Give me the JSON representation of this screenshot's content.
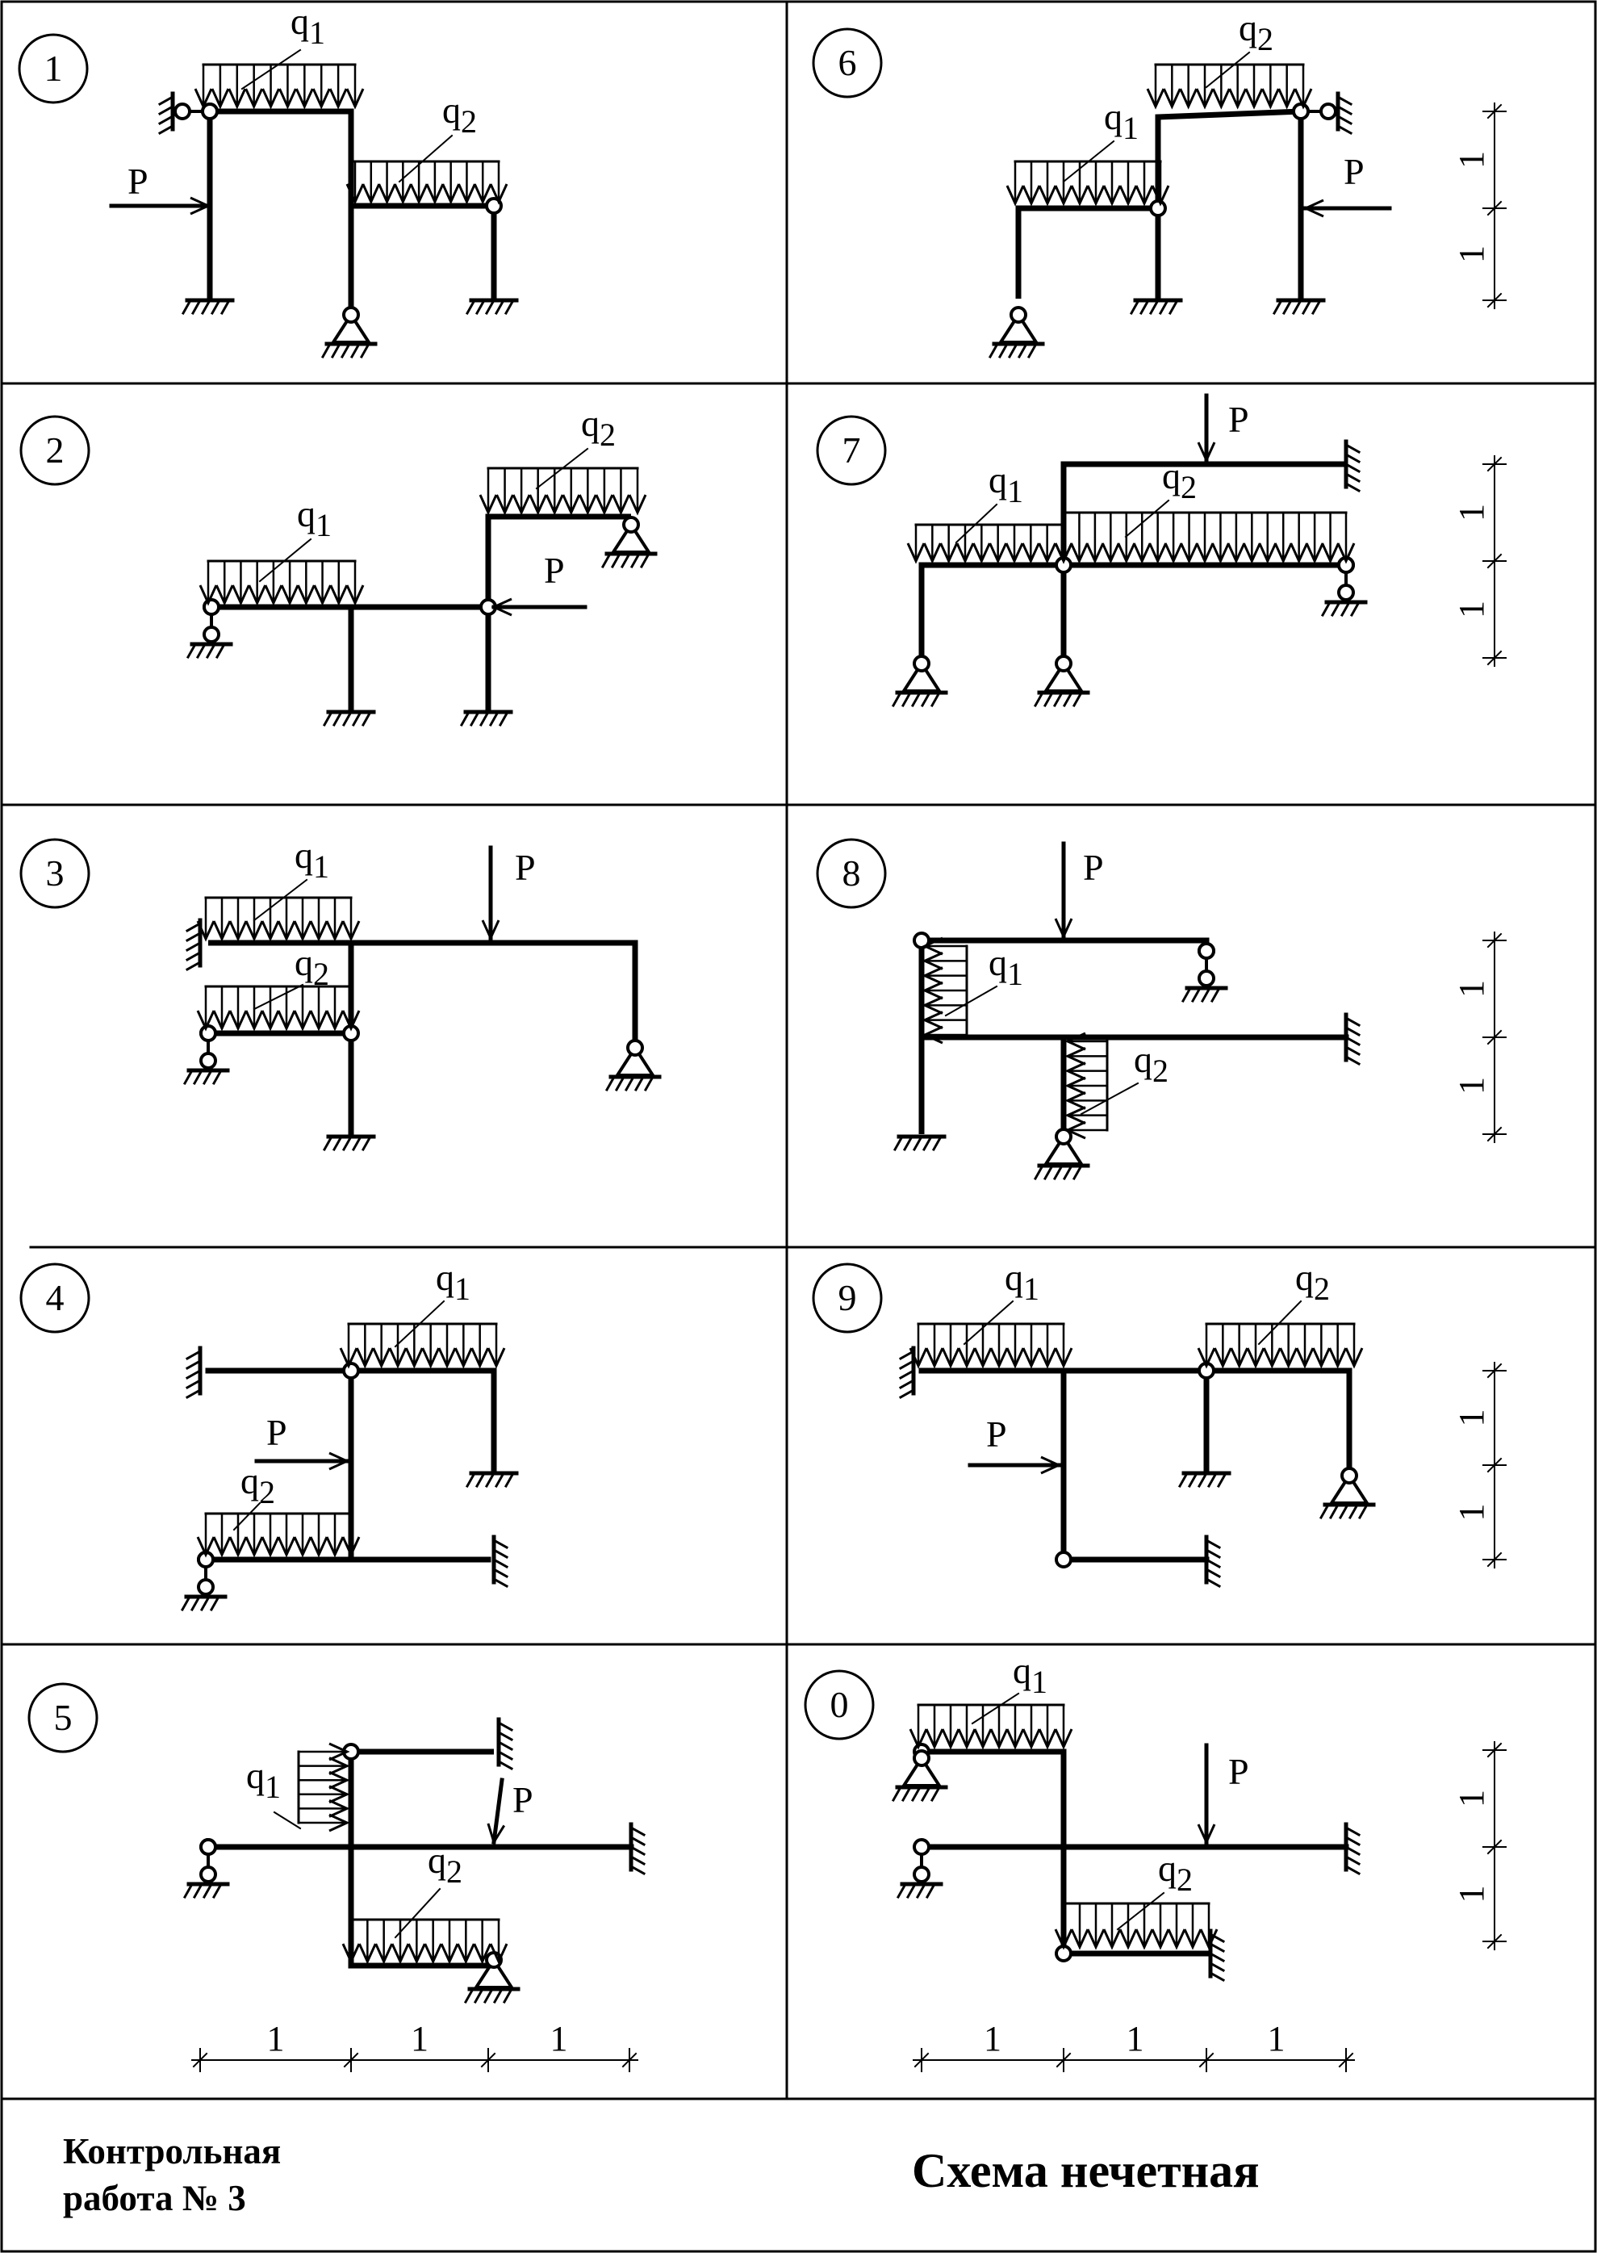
{
  "schemes": [
    {
      "id": "1",
      "load_labels": {
        "q1": "q",
        "q1_sub": "1",
        "q2": "q",
        "q2_sub": "2",
        "p": "P"
      }
    },
    {
      "id": "2",
      "load_labels": {
        "q1": "q",
        "q1_sub": "1",
        "q2": "q",
        "q2_sub": "2",
        "p": "P"
      }
    },
    {
      "id": "3",
      "load_labels": {
        "q1": "q",
        "q1_sub": "1",
        "q2": "q",
        "q2_sub": "2",
        "p": "P"
      }
    },
    {
      "id": "4",
      "load_labels": {
        "q1": "q",
        "q1_sub": "1",
        "q2": "q",
        "q2_sub": "2",
        "p": "P"
      }
    },
    {
      "id": "5",
      "load_labels": {
        "q1": "q",
        "q1_sub": "1",
        "q2": "q",
        "q2_sub": "2",
        "p": "P"
      }
    },
    {
      "id": "6",
      "load_labels": {
        "q1": "q",
        "q1_sub": "1",
        "q2": "q",
        "q2_sub": "2",
        "p": "P"
      }
    },
    {
      "id": "7",
      "load_labels": {
        "q1": "q",
        "q1_sub": "1",
        "q2": "q",
        "q2_sub": "2",
        "p": "P"
      }
    },
    {
      "id": "8",
      "load_labels": {
        "q1": "q",
        "q1_sub": "1",
        "q2": "q",
        "q2_sub": "2",
        "p": "P"
      }
    },
    {
      "id": "9",
      "load_labels": {
        "q1": "q",
        "q1_sub": "1",
        "q2": "q",
        "q2_sub": "2",
        "p": "P"
      }
    },
    {
      "id": "0",
      "load_labels": {
        "q1": "q",
        "q1_sub": "1",
        "q2": "q",
        "q2_sub": "2",
        "p": "P"
      }
    }
  ],
  "dimension_label": "1",
  "footer": {
    "work_title_line1": "Контрольная",
    "work_title_line2": "работа № 3",
    "scheme_title": "Схема нечетная"
  }
}
